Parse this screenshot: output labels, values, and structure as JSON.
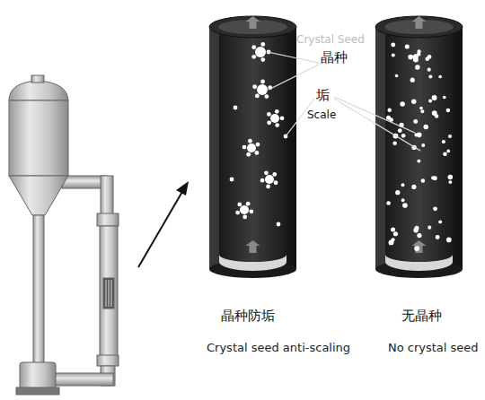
{
  "diagram": {
    "labels": [
      "Crystal Seed",
      "晶种",
      "垢",
      "Scale",
      "晶种防垢",
      "Crystal seed anti-scaling",
      "无晶种",
      "No crystal seed"
    ]
  }
}
